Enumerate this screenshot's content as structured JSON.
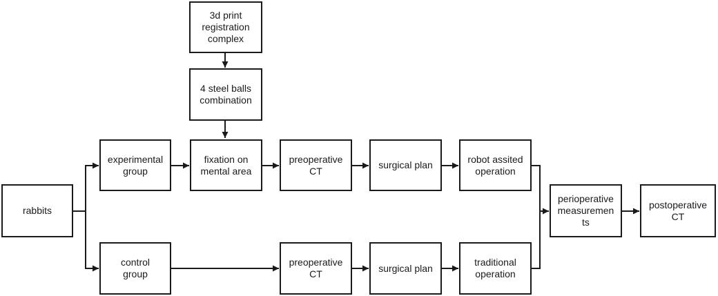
{
  "nodes": {
    "print": "3d print\nregistration\ncomplex",
    "balls": "4 steel balls\ncombination",
    "rabbits": "rabbits",
    "exp": "experimental\ngroup",
    "fix": "fixation on\nmental area",
    "ct1": "preoperative\nCT",
    "plan1": "surgical plan",
    "robot": "robot assited\noperation",
    "control": "control\ngroup",
    "ct2": "preoperative\nCT",
    "plan2": "surgical plan",
    "trad": "traditional\noperation",
    "peri": "perioperative\nmeasuremen\nts",
    "post": "postoperative\nCT"
  },
  "colors": {
    "stroke": "#1a1a1a",
    "fill": "#ffffff"
  }
}
